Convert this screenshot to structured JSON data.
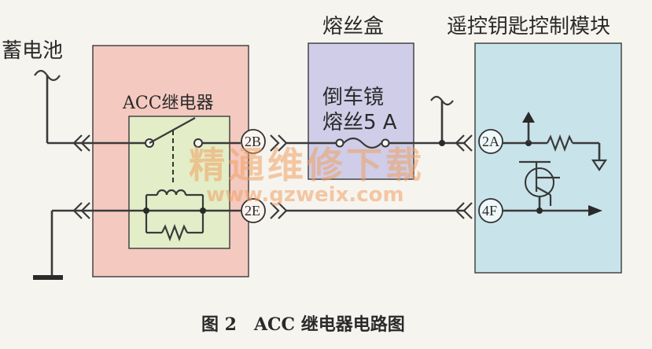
{
  "labels": {
    "battery": "蓄电池",
    "fuse_box": "熔丝盒",
    "remote_module": "遥控钥匙控制模块",
    "acc_relay": "ACC继电器",
    "fuse_name_line1": "倒车镜",
    "fuse_name_line2": "熔丝5 A"
  },
  "pins": {
    "relay_top": "2B",
    "relay_bottom": "2E",
    "module_top": "2A",
    "module_bottom": "4F"
  },
  "watermark": {
    "text": "精通维修下载",
    "url": "www.gzweix.com"
  },
  "caption": "图 2　ACC 继电器电路图",
  "colors": {
    "relay_box": "#f4c9c0",
    "relay_inner": "#e3edc8",
    "fuse_box": "#cfcde8",
    "module_box": "#c9e3ea",
    "watermark": "#f0a060"
  }
}
